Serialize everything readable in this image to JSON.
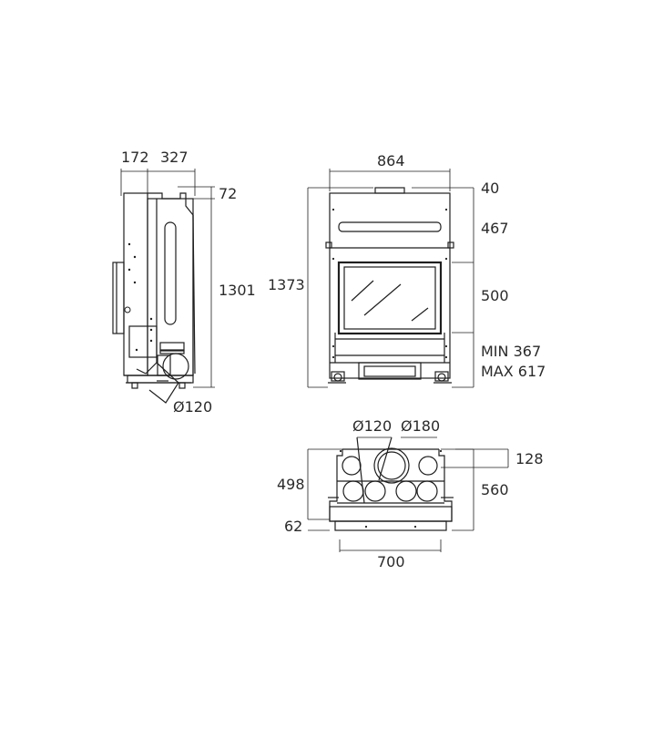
{
  "side_view": {
    "dim_depth_1": "172",
    "dim_depth_2": "327",
    "dim_top": "72",
    "dim_height": "1301",
    "dim_flue": "Ø120"
  },
  "front_view": {
    "dim_width": "864",
    "dim_top": "40",
    "dim_height": "1373",
    "dim_upper": "467",
    "dim_glass": "500",
    "dim_base_min": "MIN 367",
    "dim_base_max": "MAX 617"
  },
  "top_view": {
    "dim_flue_small": "Ø120",
    "dim_flue_large": "Ø180",
    "dim_offset": "128",
    "dim_depth_outer": "560",
    "dim_depth_inner": "498",
    "dim_front": "62",
    "dim_width": "700"
  }
}
